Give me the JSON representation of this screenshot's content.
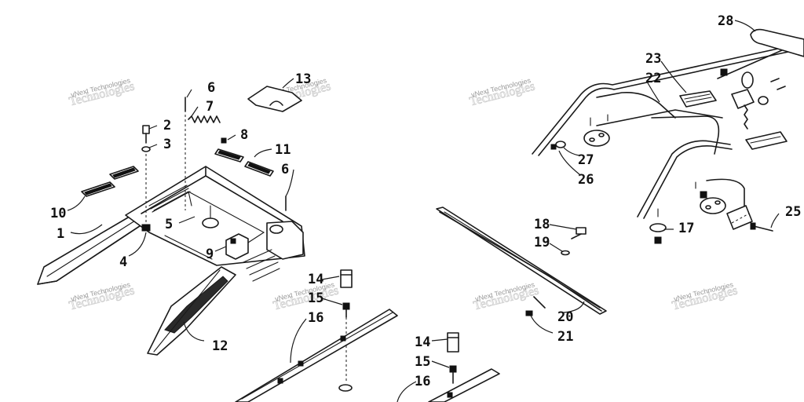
{
  "diagram": {
    "type": "exploded parts diagram",
    "callouts": [
      "1",
      "2",
      "3",
      "4",
      "5",
      "6",
      "7",
      "8",
      "9",
      "10",
      "11",
      "12",
      "13",
      "14",
      "15",
      "16",
      "17",
      "18",
      "19",
      "20",
      "21",
      "22",
      "23",
      "25",
      "26",
      "27",
      "28"
    ],
    "watermark": {
      "line1": "vNext Technologies",
      "line2": "Technologies"
    },
    "stroke_color": "#1a1a1a",
    "background_color": "#ffffff"
  }
}
